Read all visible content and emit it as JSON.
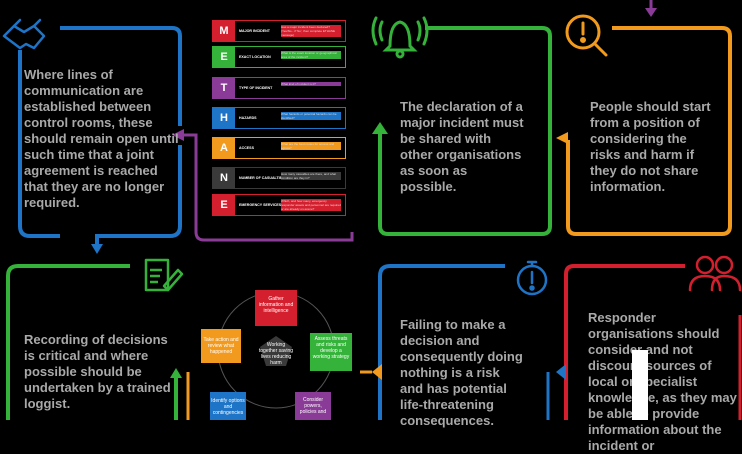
{
  "colors": {
    "blue": "#1e74c6",
    "green": "#35b23a",
    "orange": "#f29a1d",
    "purple": "#8a3b97",
    "red": "#d41f2e",
    "text": "#a9a9a9"
  },
  "panels": {
    "top_left": "Where lines of communication are established between control rooms, these should remain open until such time that a joint agreement is reached that they are no longer required.",
    "top_mid": "The declaration of a major incident must be shared with other organisations as soon as possible.",
    "top_right": "People should start from a position of considering the risks and harm if they do not share information.",
    "bottom_left": "Recording of decisions is critical and where possible should be undertaken by a trained loggist.",
    "bottom_mid": "Failing to make a decision and consequently doing nothing is a risk and has potential life-threatening consequences.",
    "bottom_right": "Responder organisations should consider and not discount sources of local or specialist knowledge, as they may be able to provide information about the incident or"
  },
  "methane": [
    {
      "letter": "M",
      "color": "#d41f2e",
      "title": "MAJOR INCIDENT",
      "desc": "Has a major incident been declared? (Yes/No - if 'No', then complete ETHANE message)"
    },
    {
      "letter": "E",
      "color": "#35b23a",
      "title": "EXACT LOCATION",
      "desc": "What is the exact location or geographical area of the incident?"
    },
    {
      "letter": "T",
      "color": "#8a3b97",
      "title": "TYPE OF INCIDENT",
      "desc": "What kind of incident is it?"
    },
    {
      "letter": "H",
      "color": "#1e74c6",
      "title": "HAZARDS",
      "desc": "What hazards or potential hazards can be identified?"
    },
    {
      "letter": "A",
      "color": "#f29a1d",
      "title": "ACCESS",
      "desc": "What are the best routes for access and egress?"
    },
    {
      "letter": "N",
      "color": "#3a3a3a",
      "title": "NUMBER OF CASUALTIES",
      "desc": "How many casualties are there, and what condition are they in?"
    },
    {
      "letter": "E",
      "color": "#d41f2e",
      "title": "EMERGENCY SERVICES",
      "desc": "Which, and how many, emergency responder assets and personnel are required or are already on-scene?"
    }
  ],
  "jdm": {
    "center": "Working together saving lives reducing harm",
    "steps": [
      "Gather information and intelligence",
      "Assess threats and risks and develop a working strategy",
      "Consider powers, policies and",
      "Identify options and contingencies",
      "Take action and review what happened"
    ]
  }
}
